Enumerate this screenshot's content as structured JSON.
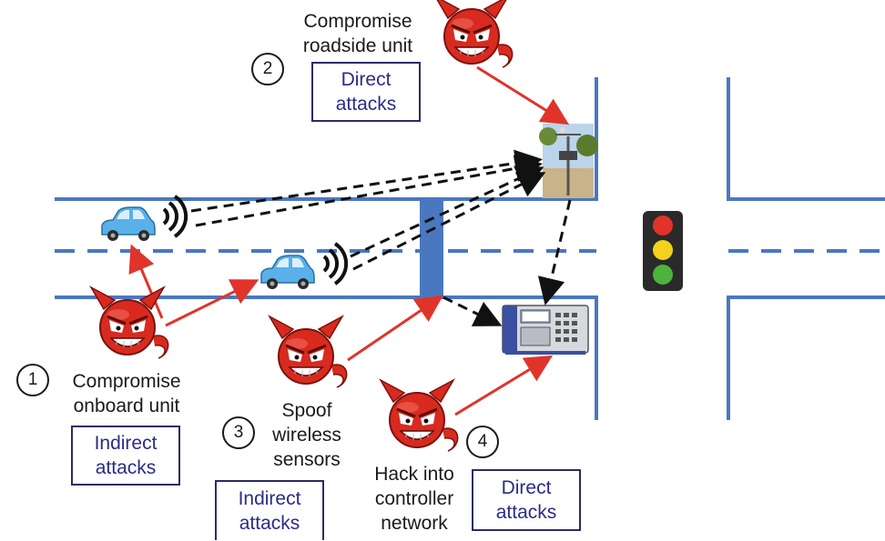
{
  "labels": {
    "step1": "Compromise\nonboard unit",
    "step2": "Compromise\nroadside unit",
    "step3": "Spoof\nwireless\nsensors",
    "step4": "Hack into\ncontroller\nnetwork"
  },
  "boxes": {
    "step1": "Indirect\nattacks",
    "step2": "Direct\nattacks",
    "step3": "Indirect\nattacks",
    "step4": "Direct\nattacks"
  },
  "numbers": {
    "step1": "1",
    "step2": "2",
    "step3": "3",
    "step4": "4"
  },
  "icons": {
    "devil": "devil-face-icon",
    "car": "car-icon",
    "signal": "wireless-signal-icon",
    "roadside": "roadside-unit-icon",
    "controller": "traffic-controller-icon",
    "traffic_light": "traffic-light-icon"
  },
  "colors": {
    "road": "#4a78c0",
    "attack_arrow": "#e0342b",
    "comm_link": "#111111",
    "box_text": "#2b2b8a",
    "car": "#5ab0e8",
    "devil": "#d92a1f",
    "light_red": "#e23328",
    "light_yellow": "#f2d21b",
    "light_green": "#4cb43c"
  }
}
